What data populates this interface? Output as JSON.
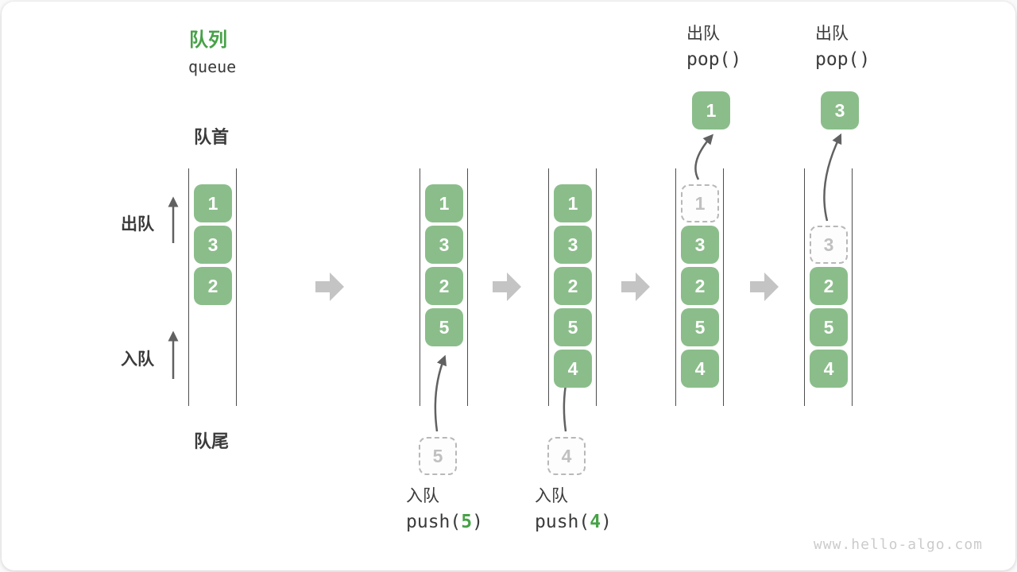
{
  "title": {
    "zh": "队列",
    "en": "queue"
  },
  "labels": {
    "front": "队首",
    "rear": "队尾",
    "dequeue": "出队",
    "enqueue": "入队"
  },
  "watermark": "www.hello-algo.com",
  "colors": {
    "box_green": "#8bbd8b",
    "accent_green": "#47a247",
    "wall_line": "#4d4d4d",
    "text": "#3b3b3b",
    "block_arrow": "#c4c4c4",
    "thin_arrow": "#616161",
    "dashed_border": "#b8b8b8",
    "ghost_text": "#c0c0c0"
  },
  "states": [
    {
      "items": [
        "1",
        "3",
        "2"
      ],
      "start_row": 0
    },
    {
      "items": [
        "1",
        "3",
        "2",
        "5"
      ],
      "start_row": 0,
      "staged": {
        "value": "5",
        "label": "入队",
        "code_pre": "push(",
        "code_arg": "5",
        "code_post": ")"
      }
    },
    {
      "items": [
        "1",
        "3",
        "2",
        "5",
        "4"
      ],
      "start_row": 0,
      "staged": {
        "value": "4",
        "label": "入队",
        "code_pre": "push(",
        "code_arg": "4",
        "code_post": ")"
      }
    },
    {
      "items": [
        {
          "v": "1",
          "ghost": true
        },
        "3",
        "2",
        "5",
        "4"
      ],
      "start_row": 0,
      "popped": {
        "value": "1",
        "label": "出队",
        "code": "pop()"
      }
    },
    {
      "items": [
        {
          "v": "3",
          "ghost": true
        },
        "2",
        "5",
        "4"
      ],
      "start_row": 1,
      "popped": {
        "value": "3",
        "label": "出队",
        "code": "pop()"
      }
    }
  ]
}
